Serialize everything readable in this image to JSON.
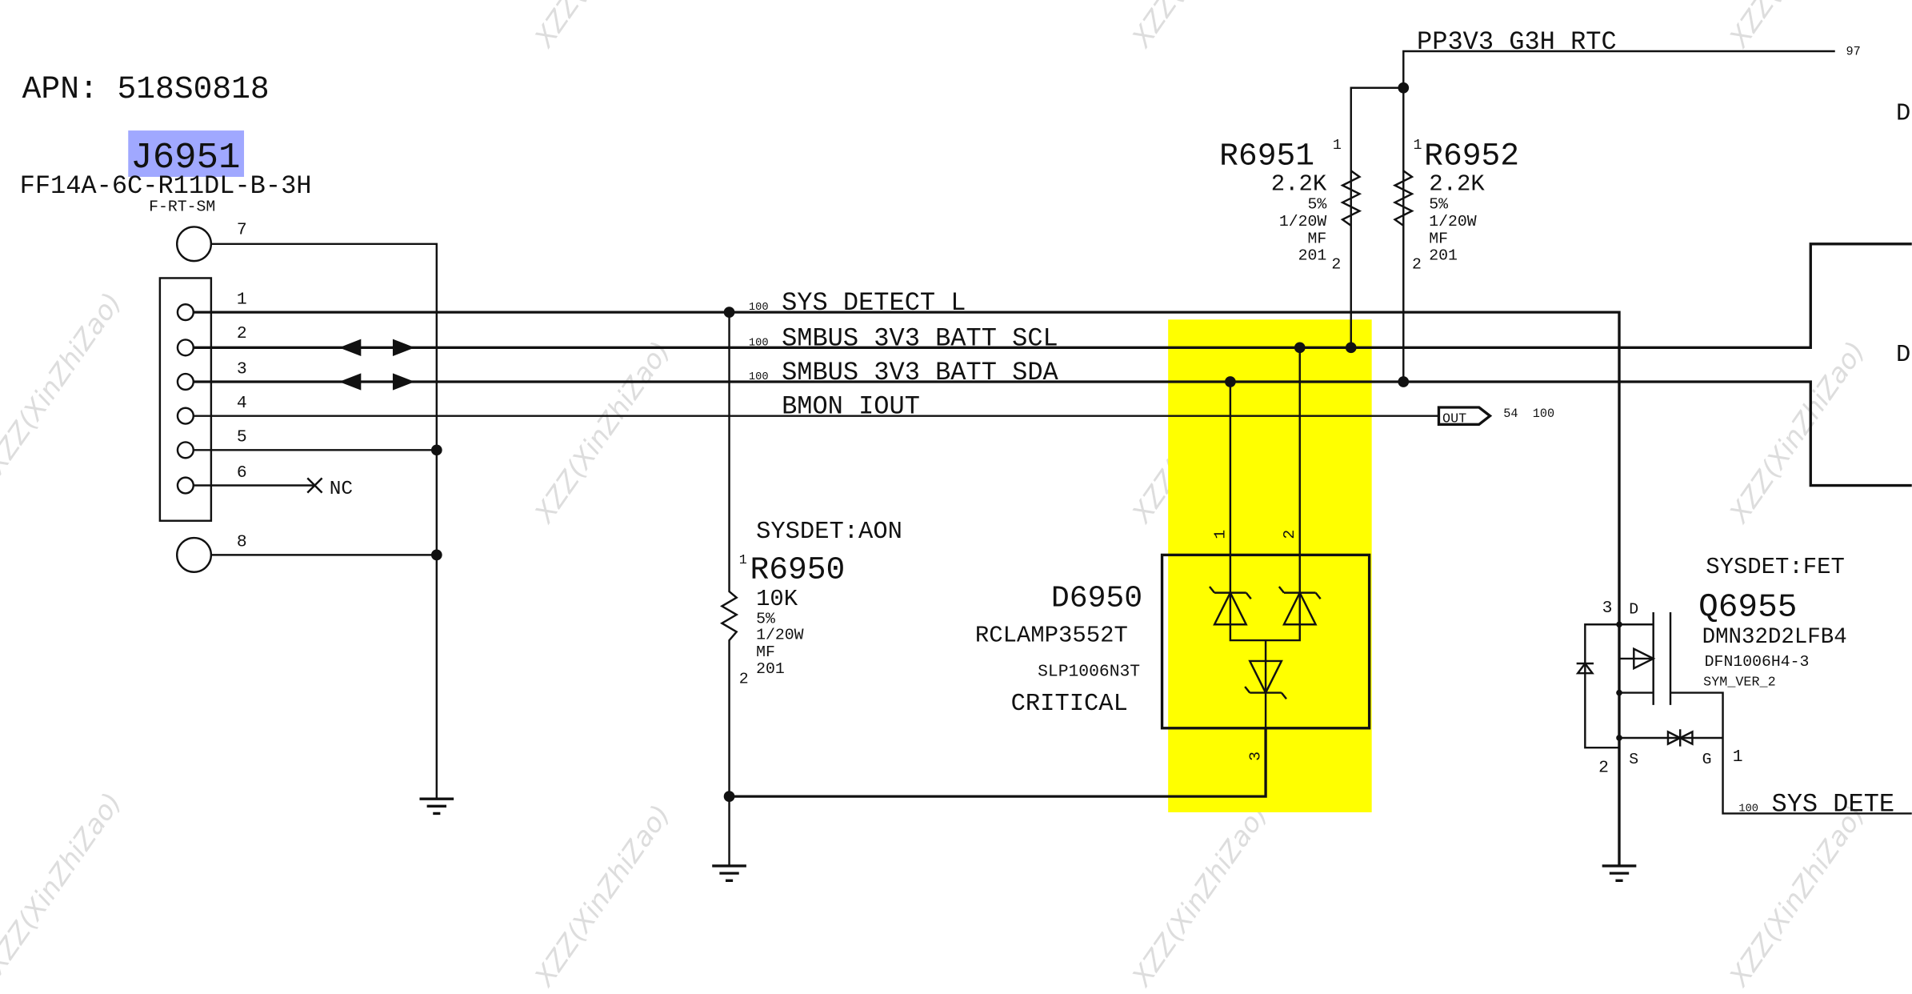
{
  "header": {
    "apn": "APN: 518S0818"
  },
  "connector": {
    "refdes": "J6951",
    "part": "FF14A-6C-R11DL-B-3H",
    "footprint": "F-RT-SM",
    "pins": [
      "1",
      "2",
      "3",
      "4",
      "5",
      "6",
      "7",
      "8"
    ],
    "nc": "NC"
  },
  "nets": {
    "sys_detect": "SYS_DETECT_L",
    "scl": "SMBUS_3V3_BATT_SCL",
    "sda": "SMBUS_3V3_BATT_SDA",
    "bmon": "BMON_IOUT",
    "rail": "PP3V3_G3H_RTC",
    "sys_detect_right": "SYS_DETE",
    "page_ref": "100",
    "rail_page": "97",
    "out_label": "OUT",
    "out_pages": "54  100"
  },
  "r6950": {
    "group": "SYSDET:AON",
    "refdes": "R6950",
    "value": "10K",
    "tol": "5%",
    "power": "1/20W",
    "type": "MF",
    "size": "201",
    "pin1": "1",
    "pin2": "2"
  },
  "r6951": {
    "refdes": "R6951",
    "value": "2.2K",
    "tol": "5%",
    "power": "1/20W",
    "type": "MF",
    "size": "201",
    "pin1": "1",
    "pin2": "2"
  },
  "r6952": {
    "refdes": "R6952",
    "value": "2.2K",
    "tol": "5%",
    "power": "1/20W",
    "type": "MF",
    "size": "201",
    "pin1": "1",
    "pin2": "2"
  },
  "d6950": {
    "refdes": "D6950",
    "part": "RCLAMP3552T",
    "package": "SLP1006N3T",
    "critical": "CRITICAL",
    "pin1": "1",
    "pin2": "2",
    "pin3": "3"
  },
  "q6955": {
    "group": "SYSDET:FET",
    "refdes": "Q6955",
    "part": "DMN32D2LFB4",
    "package": "DFN1006H4-3",
    "sym": "SYM_VER_2",
    "pin_d": "D",
    "pin_s": "S",
    "pin_g": "G",
    "num_d": "3",
    "num_s": "2",
    "num_g": "1"
  },
  "offpage": {
    "label_d1": "D",
    "label_d2": "D"
  },
  "watermark": "XZZ(XinZhiZao)",
  "colors": {
    "highlight": "#ffff00",
    "selection": "#a0a8ff"
  }
}
